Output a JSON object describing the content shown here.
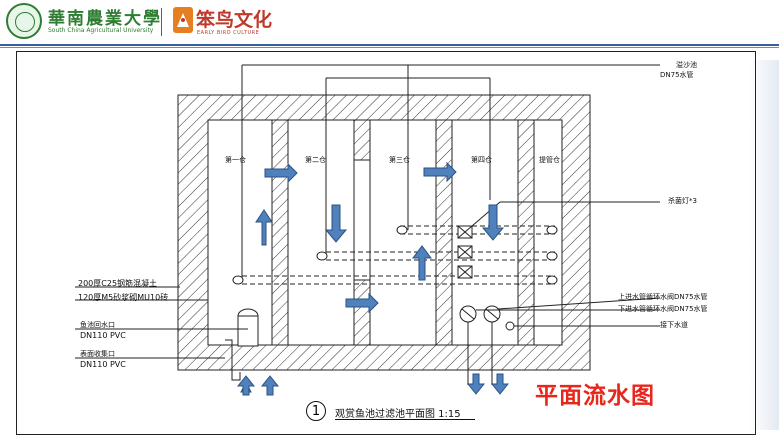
{
  "header": {
    "university_cn": "華南農業大學",
    "university_en": "South China Agricultural University",
    "brand_cn": "笨鸟文化",
    "brand_en": "EARLY BIRD CULTURE"
  },
  "diagram": {
    "chambers": [
      "第一仓",
      "第二仓",
      "第三仓",
      "第四仓",
      "提管仓"
    ],
    "labels_right": {
      "overflow": "溢沙池",
      "overflow_pipe": "DN75水管",
      "uv_lamp": "杀菌灯*3",
      "upper_pipe": "上进水管循环水阀DN75水管",
      "lower_pipe": "下进水管循环水阀DN75水管",
      "drain": "接下水道"
    },
    "labels_left": {
      "wall_concrete": "200厚C25钢筋混凝土",
      "wall_brick": "120厚M5砂浆砌MU10砖",
      "return_inlet": "鱼池回水口",
      "return_pipe": "DN110 PVC",
      "surface_inlet": "表面收集口",
      "surface_pipe": "DN110 PVC"
    },
    "figure_number": "1",
    "figure_title": "观赏鱼池过滤池平面图 1:15",
    "slide_title": "平面流水图"
  },
  "colors": {
    "arrow_fill": "#4f81bd",
    "arrow_stroke": "#2c5182",
    "title_red": "#e8261c",
    "brand_green": "#2e7d32",
    "brand_red": "#c0392b"
  }
}
